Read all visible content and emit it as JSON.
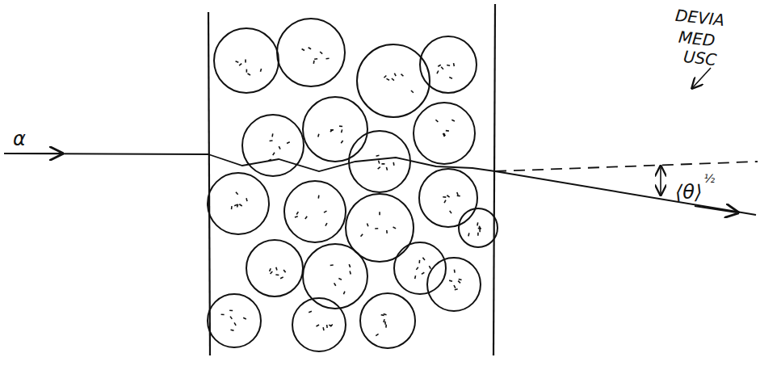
{
  "diagram": {
    "labels": [
      "α",
      "DEVIA",
      "MED",
      "USC",
      "⟨θ⟩",
      "½"
    ]
  }
}
